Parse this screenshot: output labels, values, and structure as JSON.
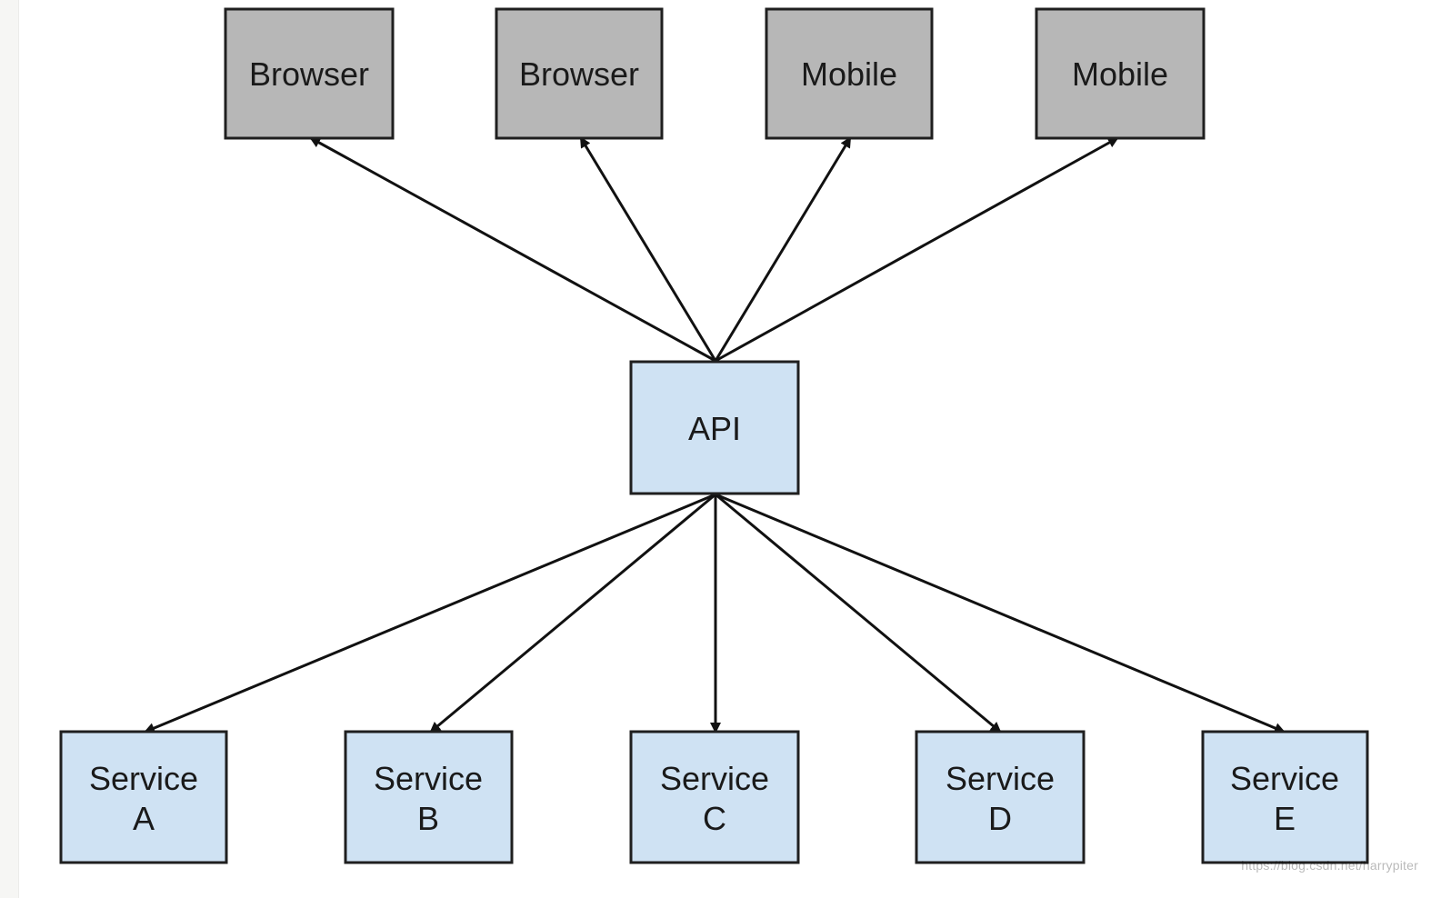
{
  "colors": {
    "client_fill": "#b7b7b7",
    "service_fill": "#cfe2f3",
    "stroke": "#1f1f1f",
    "arrow": "#111111"
  },
  "diagram": {
    "clients": [
      {
        "id": "browser-1",
        "label": "Browser"
      },
      {
        "id": "browser-2",
        "label": "Browser"
      },
      {
        "id": "mobile-1",
        "label": "Mobile"
      },
      {
        "id": "mobile-2",
        "label": "Mobile"
      }
    ],
    "api": {
      "id": "api",
      "label": "API"
    },
    "services": [
      {
        "id": "service-a",
        "line1": "Service",
        "line2": "A"
      },
      {
        "id": "service-b",
        "line1": "Service",
        "line2": "B"
      },
      {
        "id": "service-c",
        "line1": "Service",
        "line2": "C"
      },
      {
        "id": "service-d",
        "line1": "Service",
        "line2": "D"
      },
      {
        "id": "service-e",
        "line1": "Service",
        "line2": "E"
      }
    ],
    "edges": [
      {
        "from": "api",
        "to": "browser-1"
      },
      {
        "from": "api",
        "to": "browser-2"
      },
      {
        "from": "api",
        "to": "mobile-1"
      },
      {
        "from": "api",
        "to": "mobile-2"
      },
      {
        "from": "api",
        "to": "service-a"
      },
      {
        "from": "api",
        "to": "service-b"
      },
      {
        "from": "api",
        "to": "service-c"
      },
      {
        "from": "api",
        "to": "service-d"
      },
      {
        "from": "api",
        "to": "service-e"
      }
    ]
  },
  "watermark": "https://blog.csdn.net/harrypiter"
}
